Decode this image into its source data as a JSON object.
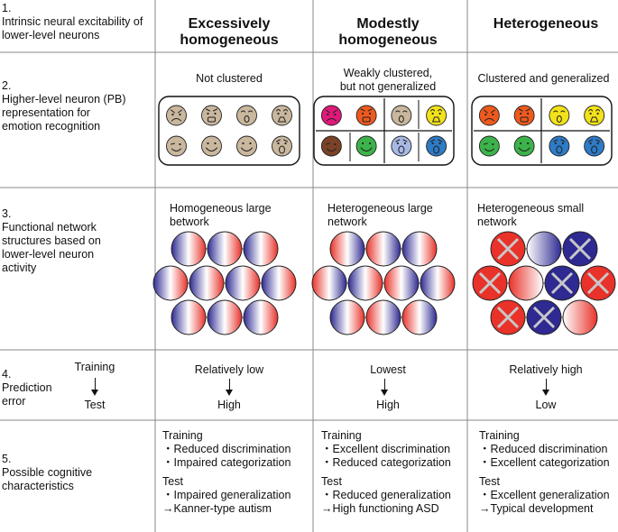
{
  "rows": {
    "r1": [
      "1.",
      "Intrinsic neural excitability of",
      "lower-level neurons"
    ],
    "r2": [
      "2.",
      "Higher-level neuron (PB)",
      "representation for",
      "emotion recognition"
    ],
    "r3": [
      "3.",
      "Functional network",
      "structures based on",
      "lower-level neuron",
      "activity"
    ],
    "r4": [
      "4.",
      "Prediction",
      "error"
    ],
    "r5": [
      "5.",
      "Possible cognitive",
      "characteristics"
    ]
  },
  "training_label": "Training",
  "test_label": "Test",
  "columns": [
    {
      "header": [
        "Excessively",
        "homogeneous"
      ],
      "cluster_label": [
        "Not clustered"
      ],
      "network_label": [
        "Homogeneous large",
        "betwork"
      ],
      "pred_train": "Relatively low",
      "pred_test": "High",
      "training": "Training",
      "train_items": [
        "・Reduced discrimination",
        "・Impaired categorization"
      ],
      "test": "Test",
      "test_items": [
        "・Impaired generalization",
        "→Kanner-type autism"
      ]
    },
    {
      "header": [
        "Modestly",
        "homogeneous"
      ],
      "cluster_label": [
        "Weakly clustered,",
        "but not generalized"
      ],
      "network_label": [
        "Heterogeneous large",
        "network"
      ],
      "pred_train": "Lowest",
      "pred_test": "High",
      "training": "Training",
      "train_items": [
        "・Excellent discrimination",
        "・Reduced categorization"
      ],
      "test": "Test",
      "test_items": [
        "・Reduced generalization",
        "→High functioning ASD"
      ]
    },
    {
      "header": [
        "Heterogeneous"
      ],
      "cluster_label": [
        "Clustered and generalized"
      ],
      "network_label": [
        "Heterogeneous small",
        "network"
      ],
      "pred_train": "Relatively high",
      "pred_test": "Low",
      "training": "Training",
      "train_items": [
        "・Reduced discrimination",
        "・Excellent categorization"
      ],
      "test": "Test",
      "test_items": [
        "・Excellent generalization",
        "→Typical development"
      ]
    }
  ],
  "colors": {
    "red": "#e8322a",
    "blue": "#2f2a92",
    "face_tan": "#c9b79e",
    "magenta": "#e0187a",
    "orange": "#ee5a1e",
    "yellow": "#f2e21a",
    "green": "#3cb34a",
    "brown": "#7a4226",
    "lightblue": "#a9b9e6",
    "blue_face": "#2e7bc6",
    "line": "#888888"
  }
}
